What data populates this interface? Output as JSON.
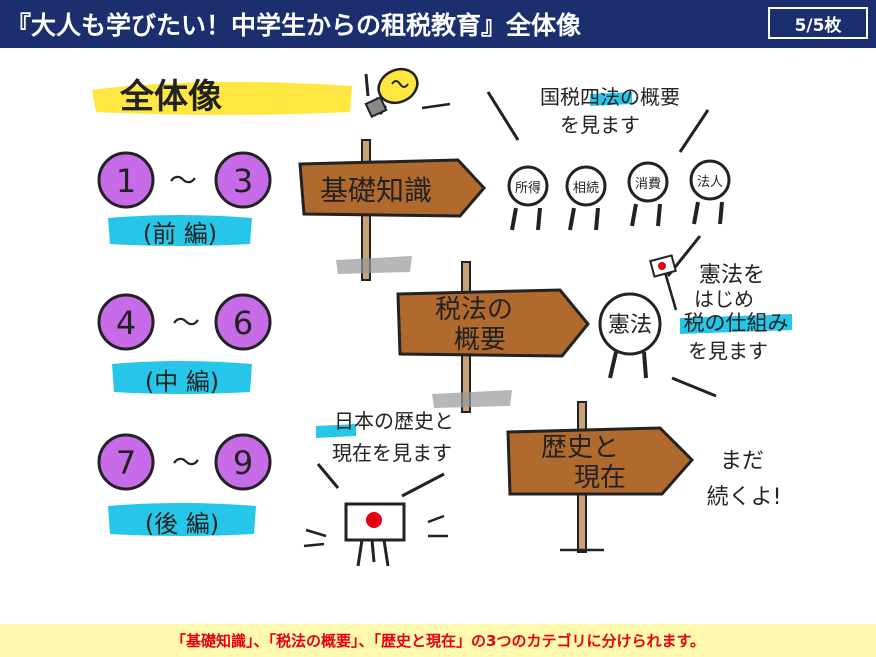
{
  "header": {
    "title": "『大人も学びたい！中学生からの租税教育』全体像",
    "page": "5/5枚"
  },
  "diagram": {
    "heading": "全体像",
    "groups": [
      {
        "from": "1",
        "sep": "〜",
        "to": "3",
        "label": "(前 編)"
      },
      {
        "from": "4",
        "sep": "〜",
        "to": "6",
        "label": "(中 編)"
      },
      {
        "from": "7",
        "sep": "〜",
        "to": "9",
        "label": "(後 編)"
      }
    ],
    "signs": [
      {
        "line1": "基礎知識",
        "line2": ""
      },
      {
        "line1": "税法の",
        "line2": "概要"
      },
      {
        "line1": "歴史と",
        "line2": "現在"
      }
    ],
    "tax_note": {
      "line1": "国税四法の概要",
      "line2": "を見ます"
    },
    "tax_people": [
      "所得",
      "相続",
      "消費",
      "法人"
    ],
    "constitution": {
      "badge": "憲法",
      "line1": "憲法を",
      "line2": "はじめ",
      "line3": "税の仕組み",
      "line4": "を見ます"
    },
    "history_note": {
      "line1": "日本の歴史と",
      "line2": "現在を見ます"
    },
    "continue_note": {
      "line1": "まだ",
      "line2": "続くよ!"
    },
    "colors": {
      "header_bg": "#1b2f6e",
      "circle_fill": "#c86be8",
      "label_highlight": "#26c6e8",
      "heading_highlight": "#ffe640",
      "sign_wood": "#b06a2e",
      "footer_bg": "#fff9b0",
      "footer_text": "#e60012"
    }
  },
  "footer": {
    "text": "「基礎知識」、「税法の概要」、「歴史と現在」の3つのカテゴリに分けられます。"
  }
}
